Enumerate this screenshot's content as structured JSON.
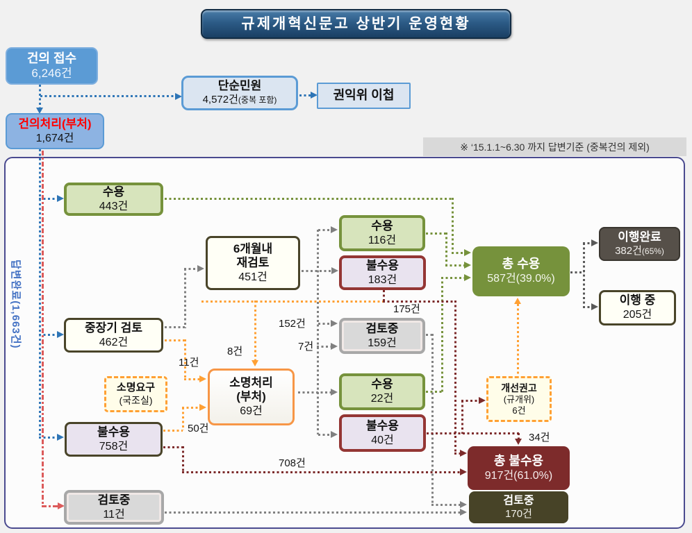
{
  "title": "규제개혁신문고 상반기 운영현황",
  "note": "※ ‘15.1.1~6.30 까지 답변기준 (중복건의 제외)",
  "vertical_label": "답변완료(1,663건)",
  "nodes": {
    "intake": {
      "title": "건의 접수",
      "count": "6,246건"
    },
    "simple_civil": {
      "title": "단순민원",
      "count": "4,572건",
      "count_suffix": "(중복 포함)"
    },
    "ombudsman": {
      "title": "권익위 이첩"
    },
    "processing": {
      "title": "건의처리(부처)",
      "count": "1,674건"
    },
    "accept_443": {
      "title": "수용",
      "count": "443건"
    },
    "review_6month": {
      "line1": "6개월내",
      "line2": "재검토",
      "count": "451건"
    },
    "accept_116": {
      "title": "수용",
      "count": "116건"
    },
    "reject_183": {
      "title": "불수용",
      "count": "183건"
    },
    "midterm_review": {
      "title": "중장기 검토",
      "count": "462건"
    },
    "reviewing_159": {
      "title": "검토중",
      "count": "159건"
    },
    "explain_request": {
      "line1": "소명요구",
      "line2": "(국조실)"
    },
    "explain_process": {
      "line1": "소명처리",
      "line2": "(부처)",
      "count": "69건"
    },
    "accept_22": {
      "title": "수용",
      "count": "22건"
    },
    "reject_40": {
      "title": "불수용",
      "count": "40건"
    },
    "reject_758": {
      "title": "불수용",
      "count": "758건"
    },
    "reviewing_11": {
      "title": "검토중",
      "count": "11건"
    },
    "total_accept": {
      "title": "총 수용",
      "count": "587건(39.0%)"
    },
    "implement_complete": {
      "title": "이행완료",
      "count": "382건",
      "count_suffix": "(65%)"
    },
    "implement_ongoing": {
      "title": "이행 중",
      "count": "205건"
    },
    "recommend": {
      "line1": "개선권고",
      "line2": "(규개위)",
      "count": "6건"
    },
    "total_reject": {
      "title": "총 불수용",
      "count": "917건(61.0%)"
    },
    "reviewing_170": {
      "title": "검토중",
      "count": "170건"
    }
  },
  "edge_labels": {
    "l175": "175건",
    "l152": "152건",
    "l7": "7건",
    "l8": "8건",
    "l11": "11건",
    "l50": "50건",
    "l708": "708건",
    "l34": "34건"
  },
  "arrow_colors": {
    "blue": "#2E75B6",
    "red": "#DC5B5B",
    "green": "#76923C",
    "gray": "#808080",
    "dark_gray": "#595959",
    "dark_red": "#7D2B2B",
    "orange": "#FFA033"
  },
  "palette": {
    "accept_fill": "#D7E4BC",
    "accept_border": "#76923C",
    "reject_fill": "#E9E3EF",
    "reject_border": "#943634",
    "olive_border": "#494429",
    "gray_fill": "#D9D9D9",
    "blue_fill": "#5B9BD5",
    "light_blue_fill": "#DBE5F1",
    "total_accept_fill": "#76923C",
    "total_reject_fill": "#7D2B2B",
    "complete_fill": "#565049",
    "reviewing170_fill": "#474327",
    "title_fill": "#1A3F63",
    "note_fill": "#D9D9D9"
  }
}
